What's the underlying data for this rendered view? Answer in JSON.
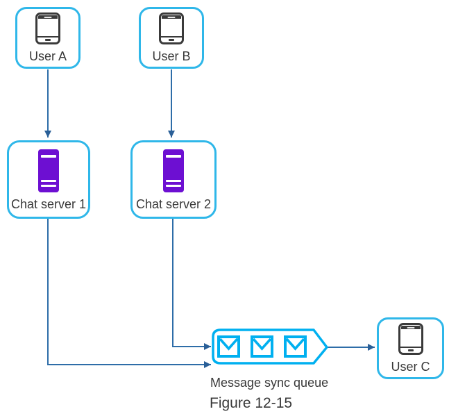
{
  "figure": {
    "caption": "Figure 12-15"
  },
  "diagram": {
    "nodes": {
      "user_a": {
        "label": "User A",
        "icon": "smartphone-icon"
      },
      "user_b": {
        "label": "User B",
        "icon": "smartphone-icon"
      },
      "chat_server_1": {
        "label": "Chat server 1",
        "icon": "server-icon"
      },
      "chat_server_2": {
        "label": "Chat server 2",
        "icon": "server-icon"
      },
      "user_c": {
        "label": "User C",
        "icon": "smartphone-icon"
      }
    },
    "queue": {
      "label": "Message sync queue",
      "icon": "envelope-icon",
      "envelope_count": 3
    },
    "edges": [
      {
        "from": "user_a",
        "to": "chat_server_1"
      },
      {
        "from": "user_b",
        "to": "chat_server_2"
      },
      {
        "from": "chat_server_2",
        "to": "message_sync_queue"
      },
      {
        "from": "chat_server_1",
        "to": "message_sync_queue"
      },
      {
        "from": "message_sync_queue",
        "to": "user_c"
      }
    ],
    "colors": {
      "node_border_cyan": "#2fb7e9",
      "queue_cyan": "#00b0f0",
      "server_purple": "#6d0fd2",
      "arrow_blue": "#2e6da8",
      "arrowhead_blue": "#2a5f97",
      "text_dark": "#383838"
    }
  }
}
